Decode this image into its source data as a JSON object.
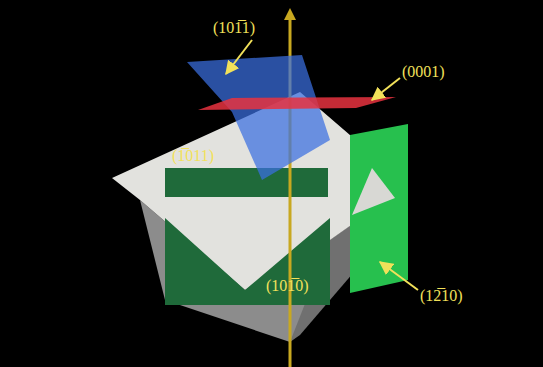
{
  "diagram": {
    "labels": [
      "(101̅1)",
      "(0001)",
      "(1̅011)",
      "(101̅0)",
      "(12̅10)"
    ]
  }
}
